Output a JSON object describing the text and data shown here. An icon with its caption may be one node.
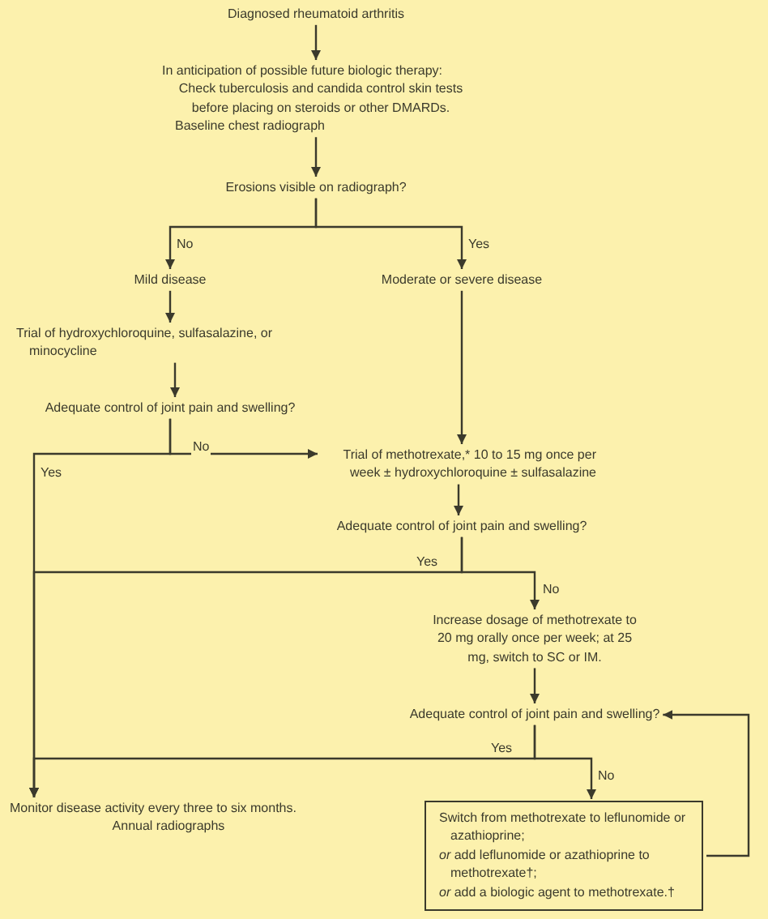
{
  "diagram": {
    "nodes": [
      {
        "text": [
          "Diagnosed rheumatoid arthritis"
        ]
      },
      {
        "text": [
          "In anticipation of possible future biologic therapy:",
          "Check tuberculosis and candida control skin tests before placing on steroids or other DMARDs.",
          "Baseline chest radiograph"
        ]
      },
      {
        "text": [
          "Erosions visible on radiograph?"
        ]
      },
      {
        "text": [
          "Mild disease"
        ]
      },
      {
        "text": [
          "Moderate or severe disease"
        ]
      },
      {
        "text": [
          "Trial of hydroxychloroquine, sulfasalazine, or minocycline"
        ]
      },
      {
        "text": [
          "Adequate control of joint pain and swelling?"
        ]
      },
      {
        "text": [
          "Trial of methotrexate,* 10 to 15 mg once per week ± hydroxychloroquine ± sulfasalazine"
        ]
      },
      {
        "text": [
          "Adequate control of joint pain and swelling?"
        ]
      },
      {
        "text": [
          "Increase dosage of methotrexate to 20 mg orally once per week; at 25 mg, switch to SC or IM."
        ]
      },
      {
        "text": [
          "Adequate control of joint pain and swelling?"
        ]
      },
      {
        "text": [
          "Monitor disease activity every three to six months.",
          "Annual radiographs"
        ]
      },
      {
        "text": [
          "Switch from methotrexate to leflunomide or azathioprine;",
          "*or* add leflunomide or azathioprine to methotrexate†;",
          "*or* add a biologic agent to methotrexate.†"
        ]
      }
    ],
    "edges": [
      {
        "from": 0,
        "to": 1,
        "arrow": "to"
      },
      {
        "from": 1,
        "to": 2,
        "arrow": "to"
      },
      {
        "from": 2,
        "to": 3,
        "arrow": "to",
        "label": "No"
      },
      {
        "from": 2,
        "to": 4,
        "arrow": "to",
        "label": "Yes"
      },
      {
        "from": 3,
        "to": 5,
        "arrow": "to"
      },
      {
        "from": 5,
        "to": 6,
        "arrow": "to"
      },
      {
        "from": 6,
        "to": 7,
        "arrow": "to",
        "label": "No"
      },
      {
        "from": 6,
        "to": 11,
        "arrow": "to",
        "label": "Yes"
      },
      {
        "from": 4,
        "to": 7,
        "arrow": "to"
      },
      {
        "from": 7,
        "to": 8,
        "arrow": "to"
      },
      {
        "from": 8,
        "to": 11,
        "arrow": "to",
        "label": "Yes"
      },
      {
        "from": 8,
        "to": 9,
        "arrow": "to",
        "label": "No"
      },
      {
        "from": 9,
        "to": 10,
        "arrow": "to"
      },
      {
        "from": 10,
        "to": 11,
        "arrow": "to",
        "label": "Yes"
      },
      {
        "from": 10,
        "to": 12,
        "arrow": "to",
        "label": "No"
      },
      {
        "from": 12,
        "to": 10,
        "arrow": "to"
      }
    ]
  }
}
